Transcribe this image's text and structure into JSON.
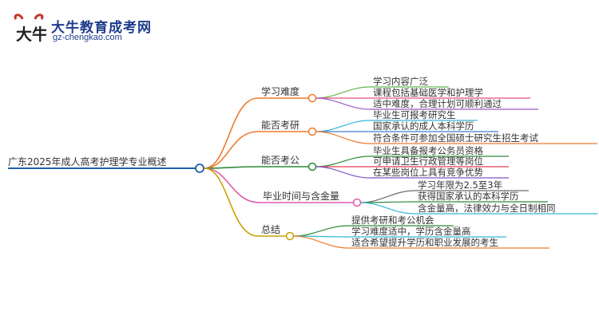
{
  "logo": {
    "title": "大牛教育成考网",
    "url": "gz-chengkao.com",
    "mark_text": "大牛"
  },
  "root": {
    "label": "广东2025年成人高考护理学专业概述",
    "color": "#1f5fa8"
  },
  "branches": [
    {
      "label": "学习难度",
      "color": "#f07b2c",
      "children": [
        {
          "label": "学习内容广泛",
          "color": "#63b84f"
        },
        {
          "label": "课程包括基础医学和护理学",
          "color": "#e8527a"
        },
        {
          "label": "适中难度，合理计划可顺利通过",
          "color": "#9a59c8"
        }
      ]
    },
    {
      "label": "能否考研",
      "color": "#f07b2c",
      "children": [
        {
          "label": "毕业生可报考研究生",
          "color": "#34b6d6"
        },
        {
          "label": "国家承认的成人本科学历",
          "color": "#3f7fd8"
        },
        {
          "label": "符合条件可参加全国硕士研究生招生考试",
          "color": "#f07b2c"
        }
      ]
    },
    {
      "label": "能否考公",
      "color": "#2f8a3a",
      "children": [
        {
          "label": "毕业生具备报考公务员资格",
          "color": "#2f8a3a"
        },
        {
          "label": "可申请卫生行政管理等岗位",
          "color": "#e03c50"
        },
        {
          "label": "在某些岗位上具有竞争优势",
          "color": "#7b56c2"
        }
      ]
    },
    {
      "label": "毕业时间与含金量",
      "color": "#e05aa8",
      "children": [
        {
          "label": "学习年限为2.5至3年",
          "color": "#6c6c6c"
        },
        {
          "label": "获得国家承认的本科学历",
          "color": "#2f8a3a"
        },
        {
          "label": "含金量高，法律效力与全日制相同",
          "color": "#34b6d6"
        }
      ]
    },
    {
      "label": "总结",
      "color": "#c8a200",
      "children": [
        {
          "label": "提供考研和考公机会",
          "color": "#2f8a3a"
        },
        {
          "label": "学习难度适中，学历含金量高",
          "color": "#34b6d6"
        },
        {
          "label": "适合希望提升学历和职业发展的考生",
          "color": "#f07b2c"
        }
      ]
    }
  ]
}
